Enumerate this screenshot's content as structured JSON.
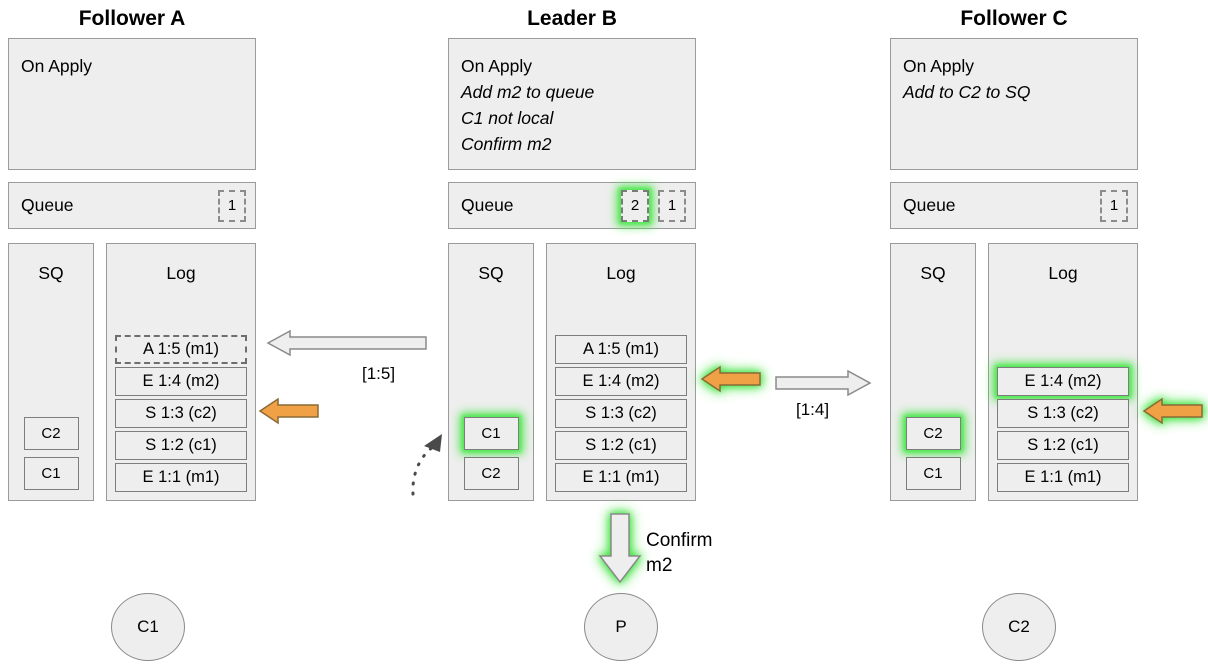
{
  "diagram": {
    "title_font_color": "#000000",
    "accent_green": "#4ce64c",
    "accent_orange": "#f0a146",
    "panel_fill": "#eeeeee",
    "panel_stroke": "#9a9a9a"
  },
  "columns": [
    {
      "id": "follower-a",
      "title": "Follower A",
      "on_apply": {
        "header": "On Apply",
        "lines": []
      },
      "queue": {
        "label": "Queue",
        "slots": [
          {
            "value": "1",
            "highlight": false
          }
        ]
      },
      "sq": {
        "title": "SQ",
        "items": [
          {
            "label": "C2",
            "highlight": false
          },
          {
            "label": "C1",
            "highlight": false
          }
        ]
      },
      "log": {
        "title": "Log",
        "entries": [
          {
            "text": "A 1:5 (m1)",
            "style": "dashed",
            "highlight": false
          },
          {
            "text": "E 1:4 (m2)",
            "style": "solid",
            "highlight": false
          },
          {
            "text": "S 1:3 (c2)",
            "style": "solid",
            "highlight": false
          },
          {
            "text": "S 1:2 (c1)",
            "style": "solid",
            "highlight": false
          },
          {
            "text": "E 1:1 (m1)",
            "style": "solid",
            "highlight": false
          }
        ]
      },
      "node": {
        "label": "C1"
      }
    },
    {
      "id": "leader-b",
      "title": "Leader B",
      "on_apply": {
        "header": "On Apply",
        "lines": [
          "Add m2 to queue",
          "C1 not local",
          "Confirm m2"
        ]
      },
      "queue": {
        "label": "Queue",
        "slots": [
          {
            "value": "2",
            "highlight": true
          },
          {
            "value": "1",
            "highlight": false
          }
        ]
      },
      "sq": {
        "title": "SQ",
        "items": [
          {
            "label": "C1",
            "highlight": true
          },
          {
            "label": "C2",
            "highlight": false
          }
        ]
      },
      "log": {
        "title": "Log",
        "entries": [
          {
            "text": "A 1:5 (m1)",
            "style": "solid",
            "highlight": false
          },
          {
            "text": "E 1:4 (m2)",
            "style": "solid",
            "highlight": false
          },
          {
            "text": "S 1:3 (c2)",
            "style": "solid",
            "highlight": false
          },
          {
            "text": "S 1:2 (c1)",
            "style": "solid",
            "highlight": false
          },
          {
            "text": "E 1:1 (m1)",
            "style": "solid",
            "highlight": false
          }
        ]
      },
      "node": {
        "label": "P"
      }
    },
    {
      "id": "follower-c",
      "title": "Follower C",
      "on_apply": {
        "header": "On Apply",
        "lines": [
          "Add to C2 to SQ"
        ]
      },
      "queue": {
        "label": "Queue",
        "slots": [
          {
            "value": "1",
            "highlight": false
          }
        ]
      },
      "sq": {
        "title": "SQ",
        "items": [
          {
            "label": "C2",
            "highlight": true
          },
          {
            "label": "C1",
            "highlight": false
          }
        ]
      },
      "log": {
        "title": "Log",
        "entries": [
          {
            "text": "E 1:4 (m2)",
            "style": "solid",
            "highlight": true
          },
          {
            "text": "S 1:3 (c2)",
            "style": "solid",
            "highlight": false
          },
          {
            "text": "S 1:2 (c1)",
            "style": "solid",
            "highlight": false
          },
          {
            "text": "E 1:1 (m1)",
            "style": "solid",
            "highlight": false
          }
        ]
      },
      "node": {
        "label": "C2"
      }
    }
  ],
  "arrows": {
    "ab_replicate": {
      "label": "[1:5]",
      "direction": "left",
      "style": "outline"
    },
    "bc_replicate": {
      "label": "[1:4]",
      "direction": "right",
      "style": "outline"
    },
    "a_apply": {
      "label": "",
      "direction": "left",
      "style": "orange"
    },
    "b_apply": {
      "label": "",
      "direction": "left",
      "style": "orange-glow"
    },
    "c_apply": {
      "label": "",
      "direction": "left",
      "style": "orange-glow"
    },
    "confirm": {
      "label_line1": "Confirm",
      "label_line2": "m2",
      "direction": "down",
      "style": "outline-glow"
    }
  }
}
